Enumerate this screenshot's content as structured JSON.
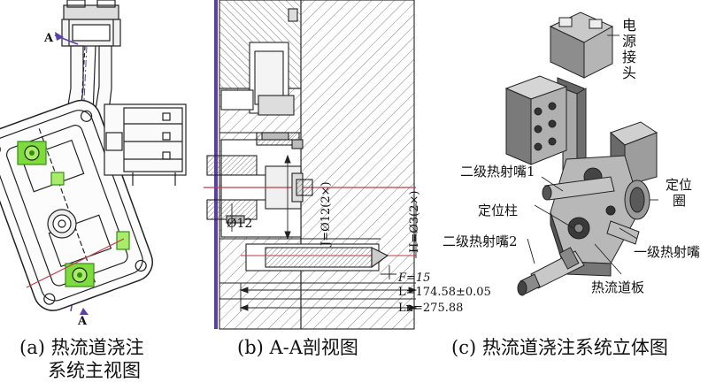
{
  "panel_a": {
    "section_mark_top": "A",
    "section_mark_bottom": "A",
    "caption_line1": "(a) 热流道浇注",
    "caption_line2": "系统主视图"
  },
  "panel_b": {
    "dia_label": "Ø12",
    "dim_J": "J=Ø12(2×)",
    "dim_H": "H=Ø3(2×)",
    "dim_F": "F=15",
    "dim_L": "L=174.58±0.05",
    "dim_Ln": "Ln=275.88",
    "caption": "(b) A-A剖视图"
  },
  "panel_c": {
    "power_connector": "电源接头",
    "secondary_nozzle_1": "二级热射嘴1",
    "locating_pin": "定位柱",
    "secondary_nozzle_2": "二级热射嘴2",
    "locating_ring": "定位圈",
    "primary_nozzle": "一级热射嘴",
    "manifold_plate": "热流道板",
    "caption": "(c) 热流道浇注系统立体图"
  },
  "colors": {
    "line": "#222222",
    "hatch": "#555555",
    "green_highlight": "#7ddc3c",
    "section_line": "#c0394d",
    "purple_edge": "#5b3fa8",
    "part_gray": "#a9a9a9",
    "part_dark": "#3b3b3b"
  }
}
